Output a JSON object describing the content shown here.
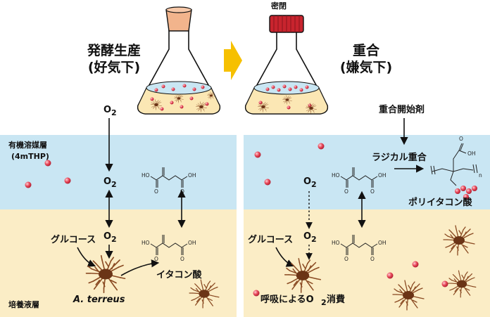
{
  "left": {
    "title_line1": "発酵生産",
    "title_line2": "(好気下)",
    "o2_top": "O",
    "o2_top_sub": "2",
    "organic_layer": "有機溶媒層",
    "organic_layer_sub": "(4mTHP)",
    "o2_organic": "O",
    "o2_organic_sub": "2",
    "o2_culture": "O",
    "o2_culture_sub": "2",
    "glucose": "グルコース",
    "itaconic_acid": "イタコン酸",
    "organism": "A. terreus",
    "culture_layer": "培養液層"
  },
  "right": {
    "seal_label": "密閉",
    "title_line1": "重合",
    "title_line2": "(嫌気下)",
    "initiator": "重合開始剤",
    "radical_polymerization": "ラジカル重合",
    "polymer": "ポリイタコン酸",
    "o2_organic": "O",
    "o2_organic_sub": "2",
    "o2_culture": "O",
    "o2_culture_sub": "2",
    "glucose": "グルコース",
    "respiration_a": "呼吸によるO",
    "respiration_sub": "2",
    "respiration_b": "消費"
  },
  "chem": {
    "oh": "OH",
    "o": "O",
    "ho": "HO",
    "n": "n"
  },
  "colors": {
    "organic": "#c9e6f3",
    "culture": "#fbedc6",
    "arrow_accent": "#f6c000",
    "droplet": "#e8485a",
    "cap": "#c8242e",
    "stopper": "#f2b48c",
    "fungus": "#8a4a22"
  }
}
